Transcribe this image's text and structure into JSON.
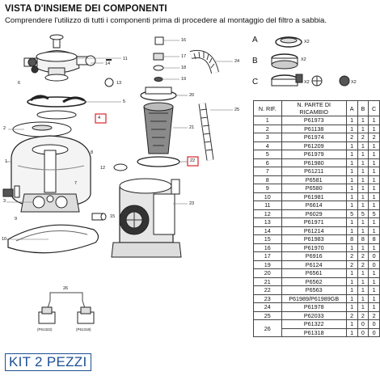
{
  "heading": {
    "title": "VISTA D'INSIEME DEI COMPONENTI",
    "subtitle": "Comprendere l'utilizzo di tutti i componenti prima di procedere al montaggio del filtro a sabbia."
  },
  "options": {
    "A": {
      "letter": "A",
      "qty": "X2"
    },
    "B": {
      "letter": "B",
      "qty": "X2"
    },
    "C": {
      "letter": "C",
      "qty1": "X2",
      "qty2": "X2"
    }
  },
  "callouts": [
    "1",
    "2",
    "3",
    "4",
    "5",
    "6",
    "7",
    "8",
    "9",
    "10",
    "11",
    "12",
    "13",
    "14",
    "15",
    "16",
    "17",
    "18",
    "19",
    "20",
    "21",
    "22",
    "23",
    "24",
    "25",
    "26"
  ],
  "table": {
    "headers": [
      "N. RIF.",
      "N. PARTE DI RICAMBIO",
      "A",
      "B",
      "C"
    ],
    "rows": [
      [
        "1",
        "P61973",
        "1",
        "1",
        "1"
      ],
      [
        "2",
        "P61138",
        "1",
        "1",
        "1"
      ],
      [
        "3",
        "P61974",
        "2",
        "2",
        "2"
      ],
      [
        "4",
        "P61209",
        "1",
        "1",
        "1"
      ],
      [
        "5",
        "P61979",
        "1",
        "1",
        "1"
      ],
      [
        "6",
        "P61980",
        "1",
        "1",
        "1"
      ],
      [
        "7",
        "P61211",
        "1",
        "1",
        "1"
      ],
      [
        "8",
        "P6581",
        "1",
        "1",
        "1"
      ],
      [
        "9",
        "P6580",
        "1",
        "1",
        "1"
      ],
      [
        "10",
        "P61981",
        "1",
        "1",
        "1"
      ],
      [
        "11",
        "P6614",
        "1",
        "1",
        "1"
      ],
      [
        "12",
        "P6029",
        "5",
        "5",
        "5"
      ],
      [
        "13",
        "P61971",
        "1",
        "1",
        "1"
      ],
      [
        "14",
        "P61214",
        "1",
        "1",
        "1"
      ],
      [
        "15",
        "P61983",
        "8",
        "8",
        "8"
      ],
      [
        "16",
        "P61970",
        "1",
        "1",
        "1"
      ],
      [
        "17",
        "P6916",
        "2",
        "2",
        "0"
      ],
      [
        "19",
        "P6124",
        "2",
        "2",
        "0"
      ],
      [
        "20",
        "P6561",
        "1",
        "1",
        "1"
      ],
      [
        "21",
        "P6562",
        "1",
        "1",
        "1"
      ],
      [
        "22",
        "P6563",
        "1",
        "1",
        "1"
      ],
      [
        "23",
        "P61989/P61989GB",
        "1",
        "1",
        "1"
      ],
      [
        "24",
        "P61978",
        "1",
        "1",
        "1"
      ],
      [
        "25",
        "P62033",
        "2",
        "2",
        "2"
      ]
    ],
    "row26": {
      "rif": "26",
      "lines": [
        [
          "P61322",
          "1",
          "0",
          "0"
        ],
        [
          "P61318",
          "1",
          "0",
          "0"
        ]
      ]
    }
  },
  "inset": {
    "label": "26",
    "partA": "(P61322)",
    "partB": "(P61318)"
  },
  "kit": "KIT 2 PEZZI",
  "colors": {
    "kit_blue": "#1b4f94",
    "highlight_red": "#d7262d",
    "line": "#222222"
  }
}
